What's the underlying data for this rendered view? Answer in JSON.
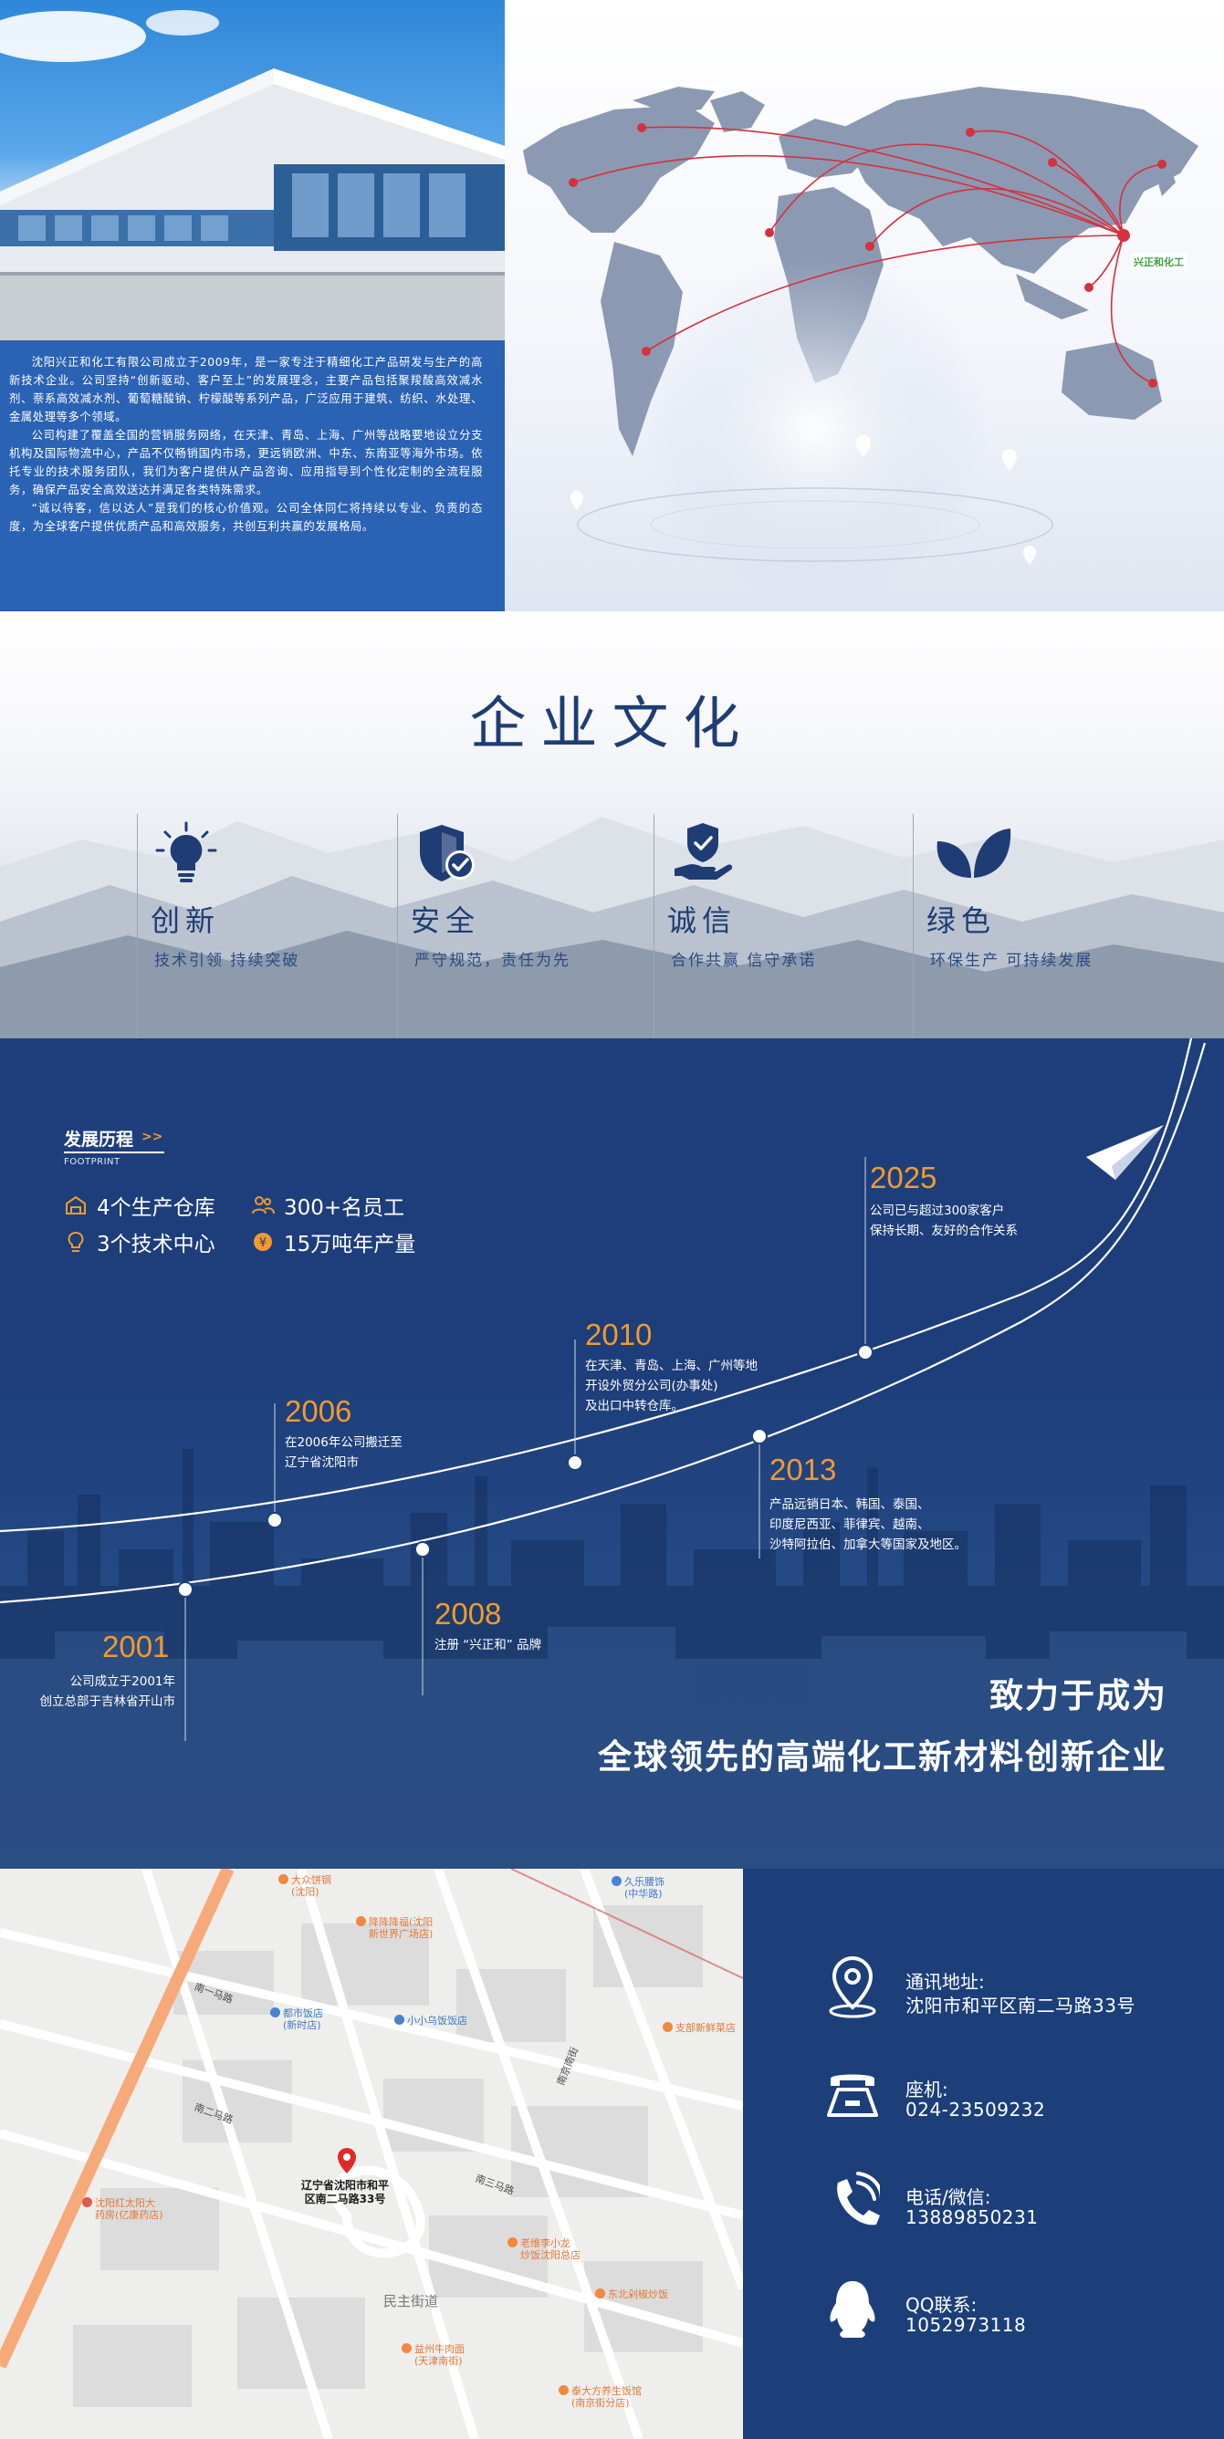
{
  "intro": {
    "paragraphs": [
      "沈阳兴正和化工有限公司成立于2009年，是一家专注于精细化工产品研发与生产的高新技术企业。公司坚持“创新驱动、客户至上”的发展理念，主要产品包括聚羧酸高效减水剂、萘系高效减水剂、葡萄糖酸钠、柠檬酸等系列产品，广泛应用于建筑、纺织、水处理、金属处理等多个领域。",
      "公司构建了覆盖全国的营销服务网络，在天津、青岛、上海、广州等战略要地设立分支机构及国际物流中心，产品不仅畅销国内市场，更远销欧洲、中东、东南亚等海外市场。依托专业的技术服务团队，我们为客户提供从产品咨询、应用指导到个性化定制的全流程服务，确保产品安全高效送达并满足各类特殊需求。",
      "“诚以待客，信以达人”是我们的核心价值观。公司全体同仁将持续以专业、负责的态度，为全球客户提供优质产品和高效服务，共创互利共赢的发展格局。"
    ],
    "map_brand": "兴正和化工"
  },
  "culture": {
    "title": "企业文化",
    "values": [
      {
        "title": "创新",
        "subtitle": "技术引领 持续突破",
        "icon": "lightbulb-icon"
      },
      {
        "title": "安全",
        "subtitle": "严守规范，责任为先",
        "icon": "shield-check-icon"
      },
      {
        "title": "诚信",
        "subtitle": "合作共赢 信守承诺",
        "icon": "hand-shield-icon"
      },
      {
        "title": "绿色",
        "subtitle": "环保生产 可持续发展",
        "icon": "leaf-icon"
      }
    ]
  },
  "history": {
    "heading": "发展历程",
    "heading_arrow": ">>",
    "subheading": "FOOTPRINT",
    "stats": [
      {
        "label": "4个生产仓库",
        "icon": "warehouse-icon"
      },
      {
        "label": "300+名员工",
        "icon": "people-icon"
      },
      {
        "label": "3个技术中心",
        "icon": "bulb-icon"
      },
      {
        "label": "15万吨年产量",
        "icon": "coin-icon"
      }
    ],
    "events": [
      {
        "year": "2001",
        "lines": [
          "公司成立于2001年",
          "创立总部于吉林省开山市"
        ]
      },
      {
        "year": "2006",
        "lines": [
          "在2006年公司搬迁至",
          "辽宁省沈阳市"
        ]
      },
      {
        "year": "2008",
        "lines": [
          "注册 “兴正和” 品牌"
        ]
      },
      {
        "year": "2010",
        "lines": [
          "在天津、青岛、上海、广州等地",
          "开设外贸分公司(办事处)",
          "及出口中转仓库。"
        ]
      },
      {
        "year": "2013",
        "lines": [
          "产品远销日本、韩国、泰国、",
          "印度尼西亚、菲律宾、越南、",
          "沙特阿拉伯、加拿大等国家及地区。"
        ]
      },
      {
        "year": "2025",
        "lines": [
          "公司已与超过300家客户",
          "保持长期、友好的合作关系"
        ]
      }
    ],
    "slogan_line1": "致力于成为",
    "slogan_line2": "全球领先的高端化工新材料创新企业"
  },
  "map": {
    "marker_label_line1": "辽宁省沈阳市和平",
    "marker_label_line2": "区南二马路33号",
    "district": "民主街道",
    "pois": [
      {
        "name": "大众饼钢",
        "sub": "(沈阳)"
      },
      {
        "name": "久乐腰饰",
        "sub": "(中华路)"
      },
      {
        "name": "都市饭店",
        "sub": "(新时店)"
      },
      {
        "name": "小小乌饭饭店",
        "sub": ""
      },
      {
        "name": "支部新鲜菜店",
        "sub": ""
      },
      {
        "name": "沈阳红太阳大",
        "sub": "药房(亿康药店)"
      },
      {
        "name": "老维李小龙",
        "sub": "炒饭沈阳总店"
      },
      {
        "name": "东北剁椒炒饭",
        "sub": ""
      },
      {
        "name": "益州牛肉面",
        "sub": "(天津南街)"
      },
      {
        "name": "泰大方养生饭馆",
        "sub": "(南京街分店)"
      },
      {
        "name": "降降降福(沈阳",
        "sub": "新世界广场店)"
      }
    ],
    "roads": [
      "南二马路",
      "南一马路",
      "南三马路",
      "南京南街",
      "民主街道"
    ]
  },
  "contact": {
    "items": [
      {
        "label": "通讯地址:",
        "value": "沈阳市和平区南二马路33号",
        "icon": "location-pin-icon"
      },
      {
        "label": "座机:",
        "value": "024-23509232",
        "icon": "landline-phone-icon"
      },
      {
        "label": "电话/微信:",
        "value": "13889850231",
        "icon": "phone-icon"
      },
      {
        "label": "QQ联系:",
        "value": "1052973118",
        "icon": "qq-penguin-icon"
      }
    ]
  }
}
